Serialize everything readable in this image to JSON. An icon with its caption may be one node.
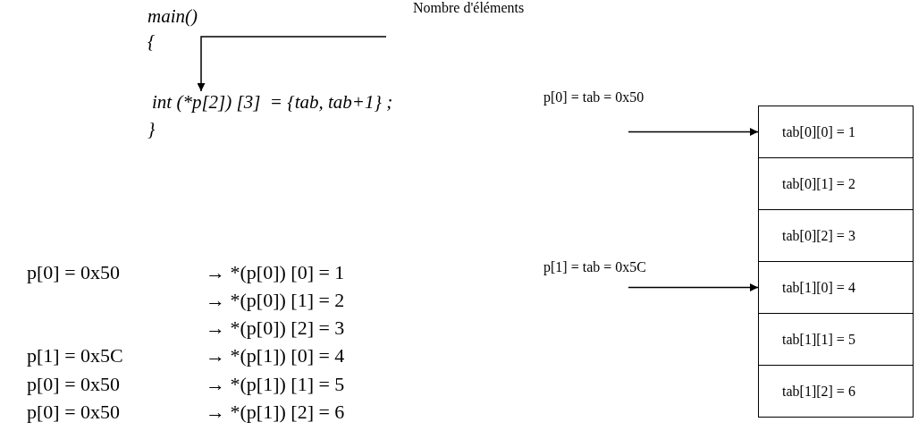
{
  "diagram": {
    "nodes": [
      {
        "text": [
          "Nombre d'éléments"
        ]
      },
      {
        "text": [
          "int (*p[2]) [3]  = {tab, tab+1} ;"
        ]
      },
      {
        "text": [
          "p[0] = tab = 0x50"
        ]
      },
      {
        "text": [
          "p[1] = tab = 0x5C"
        ]
      },
      {
        "text": [
          "tab[0][0] = 1"
        ]
      },
      {
        "text": [
          "tab[0][1] = 2"
        ]
      },
      {
        "text": [
          "tab[0][2] = 3"
        ]
      },
      {
        "text": [
          "tab[1][0] = 4"
        ]
      },
      {
        "text": [
          "tab[1][1] = 5"
        ]
      },
      {
        "text": [
          "tab[1][2] = 6"
        ]
      }
    ],
    "edges": [
      {
        "from": 0,
        "to": 1,
        "arrow": "to"
      },
      {
        "from": 2,
        "to": 4,
        "arrow": "to"
      },
      {
        "from": 3,
        "to": 7,
        "arrow": "to"
      }
    ],
    "labels": [
      "main()",
      "{",
      "}",
      "p[0] = 0x50",
      "→ *(p[0]) [0] = 1",
      "→ *(p[0]) [1] = 2",
      "→ *(p[0]) [2] = 3",
      "p[1] = 0x5C",
      "→ *(p[1]) [0] = 4",
      "p[0] = 0x50",
      "→ *(p[1]) [1] = 5",
      "p[0] = 0x50",
      "→ *(p[1]) [2] = 6"
    ]
  }
}
